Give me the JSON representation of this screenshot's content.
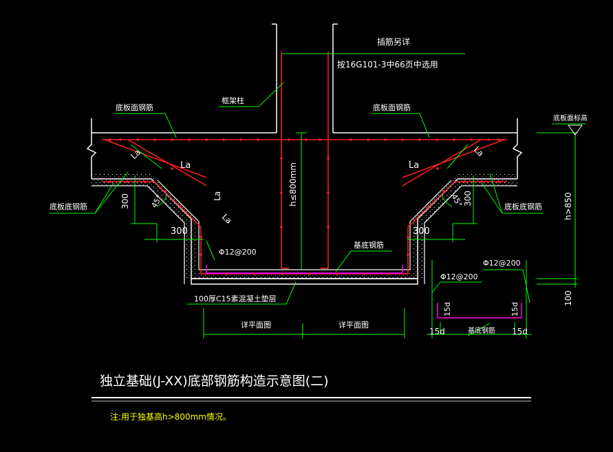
{
  "title": "独立基础(J-XX)底部钢筋构造示意图(二)",
  "note": "注:用于独基高h>800mm情况。",
  "labels": {
    "dowel_note_1": "插筋另详",
    "dowel_note_2": "按16G101-3中66页中选用",
    "frame_column": "框架柱",
    "top_bar_left": "底板面钢筋",
    "top_bar_right": "底板面钢筋",
    "bottom_bar_left": "底板底钢筋",
    "bottom_bar_right": "底板底钢筋",
    "pit_bar": "基底钢筋",
    "cushion": "100厚C15素混凝土垫层",
    "plan_left": "详平面图",
    "plan_right": "详平面图",
    "slab_top_elev": "底板面标高",
    "la_1": "La",
    "la_2": "La",
    "la_3": "La",
    "la_4": "La",
    "la_5": "La",
    "la_6": "La",
    "dim_300_left_v": "300",
    "dim_300_left_h": "300",
    "dim_300_right_v": "300",
    "dim_300_right_h": "300",
    "angle_left": "45°",
    "angle_right": "45°",
    "h_800": "h≤800mm",
    "h_850": "h>850",
    "dim_100": "100",
    "bar_spec_1": "Φ12@200",
    "bar_spec_2": "Φ12@200",
    "bar_spec_3": "Φ12@200",
    "detail_15d_left_v": "15d",
    "detail_15d_right_v": "15d",
    "detail_15d_left_h": "15d",
    "detail_15d_right_h": "15d",
    "detail_pit_bar": "基底钢筋"
  },
  "colors": {
    "background": "#000000",
    "concrete": "#ffffff",
    "rebar": "#ff2020",
    "leader": "#00ff00",
    "hatch": "#ffffff",
    "magenta": "#ff00ff",
    "note": "#ffff00"
  }
}
